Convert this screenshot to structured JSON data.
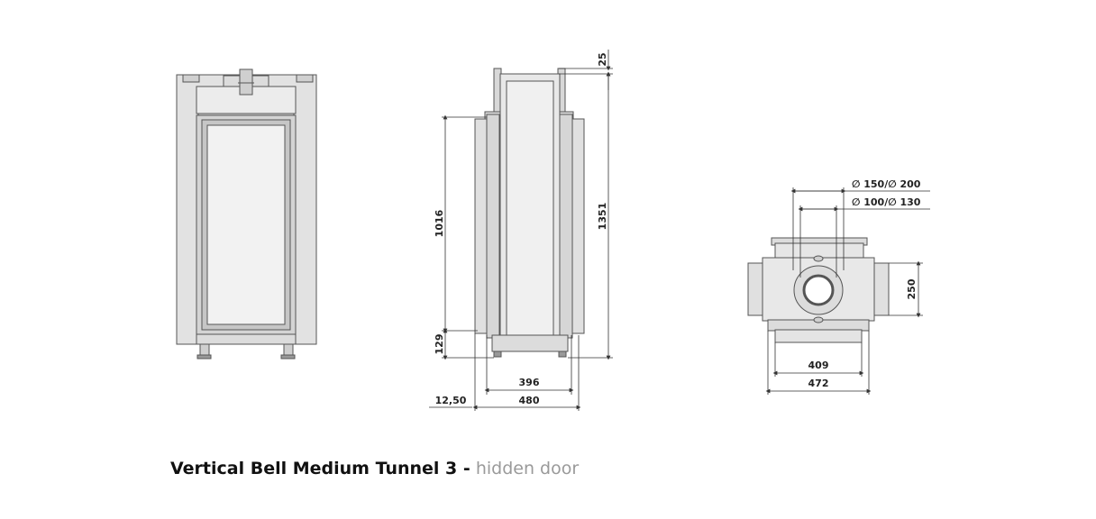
{
  "caption": {
    "title": "Vertical Bell Medium Tunnel 3 -",
    "subtitle": "hidden door"
  },
  "dimensions": {
    "top_offset": "25",
    "height_glass": "1016",
    "height_total": "1351",
    "base_height": "129",
    "inner_width": "396",
    "outer_width": "480",
    "edge_offset": "12,50",
    "flue_outer": "∅ 150/∅ 200",
    "flue_inner": "∅ 100/∅ 130",
    "depth": "250",
    "top_inner_width": "409",
    "top_outer_width": "472"
  },
  "colors": {
    "body_fill": "#e4e4e4",
    "panel_fill": "#d8d8d8",
    "stroke": "#555555",
    "dim_line": "#333333"
  }
}
